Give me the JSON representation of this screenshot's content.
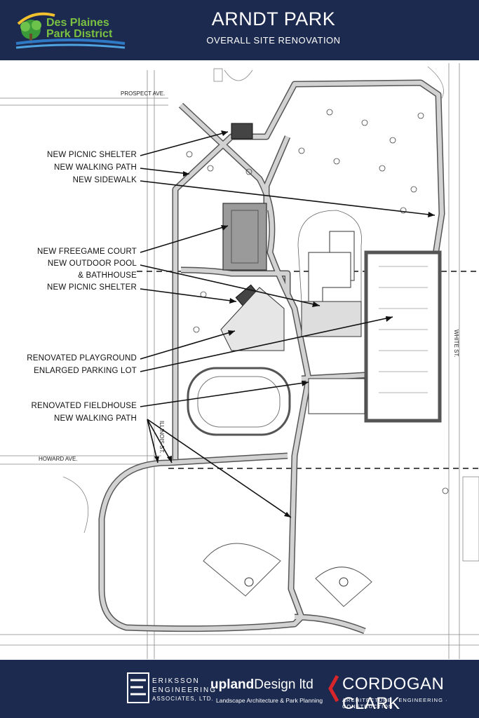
{
  "header": {
    "title": "ARNDT PARK",
    "subtitle": "OVERALL SITE RENOVATION",
    "logo_line1": "Des Plaines",
    "logo_line2": "Park District"
  },
  "labels": {
    "new_picnic_shelter_top": "NEW PICNIC SHELTER",
    "new_walking_path_top": "NEW WALKING PATH",
    "new_sidewalk": "NEW SIDEWALK",
    "new_freegame_court": "NEW FREEGAME COURT",
    "new_outdoor_pool": "NEW OUTDOOR POOL",
    "bathhouse": "& BATHHOUSE",
    "new_picnic_shelter_mid": "NEW PICNIC SHELTER",
    "renovated_playground": "RENOVATED PLAYGROUND",
    "enlarged_parking_lot": "ENLARGED PARKING LOT",
    "renovated_fieldhouse": "RENOVATED FIELDHOUSE",
    "new_walking_path_bottom": "NEW WALKING PATH"
  },
  "streets": {
    "prospect": "PROSPECT AVE.",
    "howard": "HOWARD AVE.",
    "illinois": "ILLINOIS ST.",
    "white": "WHITE ST."
  },
  "footer": {
    "eriksson1": "ERIKSSON",
    "eriksson2": "ENGINEERING",
    "eriksson3": "ASSOCIATES, LTD.",
    "upland_bold": "upland",
    "upland_rest": "Design ltd",
    "upland_tag": "Landscape Architecture & Park Planning",
    "cordogan": "CORDOGAN CLARK",
    "cordogan_tag": "ARCHITECTURE · ENGINEERING · CONSTRUCTION"
  },
  "colors": {
    "navy": "#1b2a4e",
    "path_gray": "#c9c9c9",
    "accent_green": "#7ac143",
    "accent_red": "#d7262b"
  }
}
